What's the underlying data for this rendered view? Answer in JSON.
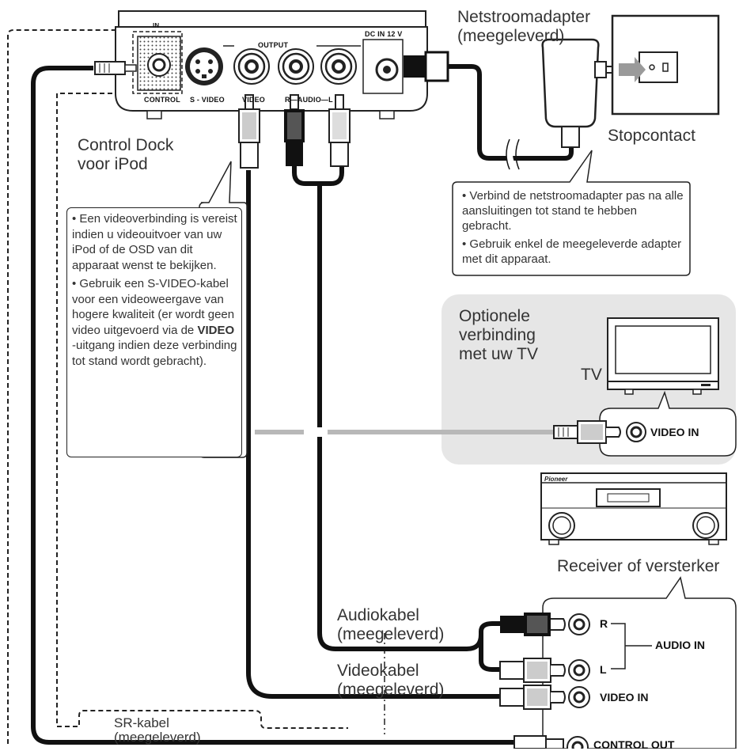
{
  "dock": {
    "name": "Control Dock voor iPod",
    "name_line1": "Control Dock",
    "name_line2": "voor iPod",
    "in_badge": "IN",
    "port_control": "CONTROL",
    "port_svideo": "S - VIDEO",
    "port_video": "VIDEO",
    "port_audio": "R—AUDIO—L",
    "output_label": "OUTPUT",
    "dcin_label": "DC IN 12 V"
  },
  "adapter": {
    "label_line1": "Netstroomadapter",
    "label_line2": "(meegeleverd)",
    "outlet_label": "Stopcontact"
  },
  "adapter_notes": [
    "• Verbind de netstroomadapter pas na alle aansluitingen tot stand te hebben gebracht.",
    "• Gebruik enkel de meegeleverde adapter met dit apparaat."
  ],
  "video_notes": {
    "p1": "• Een videoverbinding is vereist indien u videouitvoer van uw iPod of de OSD van dit apparaat wenst te bekijken.",
    "p2_pre": "• Gebruik een S-VIDEO-kabel voor een videoweergave van hogere kwaliteit (er wordt geen video uitgevoerd via de ",
    "p2_bold": "VIDEO",
    "p2_post": " -uitgang indien deze verbinding tot stand wordt gebracht)."
  },
  "tv_section": {
    "optional_line1": "Optionele",
    "optional_line2": "verbinding",
    "optional_line3": "met uw TV",
    "tv_label": "TV",
    "video_in": "VIDEO IN"
  },
  "receiver": {
    "brand": "Pioneer",
    "label": "Receiver of versterker",
    "port_r": "R",
    "port_l": "L",
    "audio_in": "AUDIO IN",
    "video_in": "VIDEO IN",
    "control_out": "CONTROL OUT"
  },
  "cables": {
    "audio_line1": "Audiokabel",
    "audio_line2": "(meegeleverd)",
    "video_line1": "Videokabel",
    "video_line2": "(meegeleverd)",
    "sr_line1": "SR-kabel",
    "sr_line2": "(meegeleverd)"
  }
}
